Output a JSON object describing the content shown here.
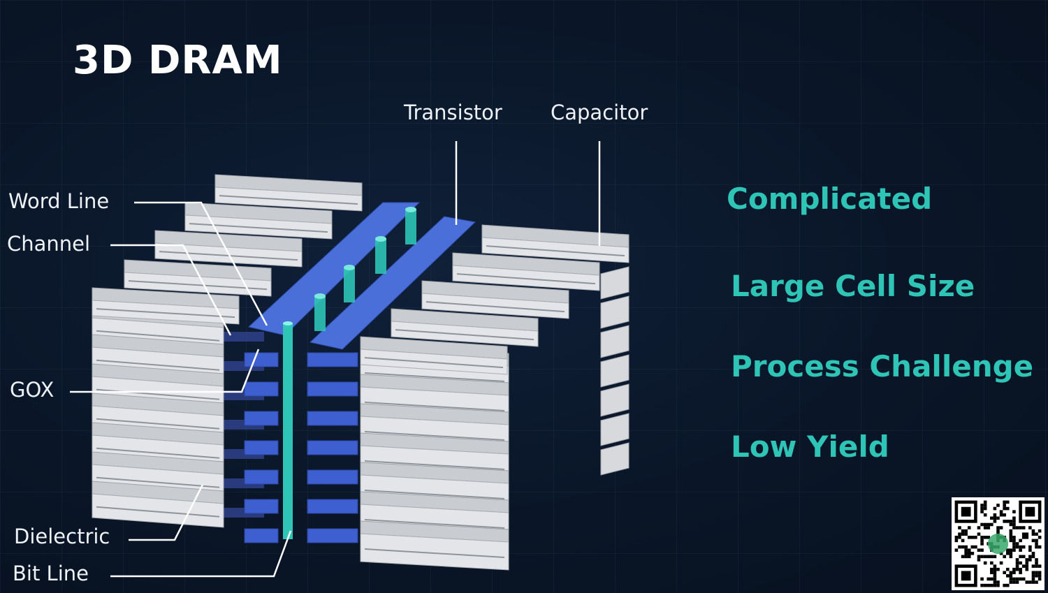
{
  "title": "3D DRAM",
  "labels": {
    "transistor": "Transistor",
    "capacitor": "Capacitor",
    "word_line": "Word Line",
    "channel": "Channel",
    "gox": "GOX",
    "dielectric": "Dielectric",
    "bit_line": "Bit Line"
  },
  "points": [
    "Complicated",
    "Large Cell Size",
    "Process Challenge",
    "Low Yield"
  ],
  "colors": {
    "background": "#0a1628",
    "accent_teal": "#2ec4b6",
    "word_line_blue": "#4a6fd8",
    "cell_gray": "#d3d5d8",
    "label_white": "#eef2f7"
  },
  "icons": [
    "qr-code-icon"
  ]
}
